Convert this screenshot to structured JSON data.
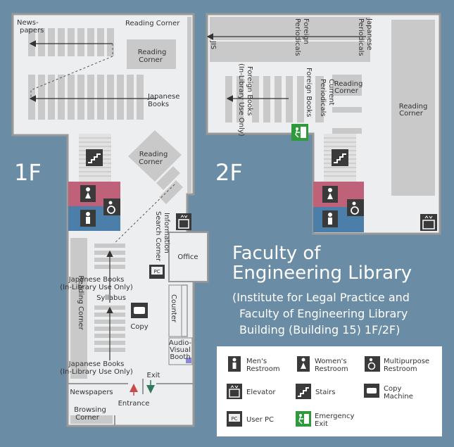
{
  "title": {
    "line1": "Faculty of",
    "line2": "Engineering Library",
    "sub1": "(Institute for Legal Practice and",
    "sub2": "Faculty of Engineering Library",
    "sub3": "Building (Building 15) 1F/2F)"
  },
  "floors": {
    "f1": "1F",
    "f2": "2F"
  },
  "labels_1f": {
    "newspapers_top_1": "News-",
    "newspapers_top_2": "papers",
    "reading_corner_top": "Reading Corner",
    "reading_corner_box_1": "Reading",
    "reading_corner_box_2": "Corner",
    "japanese_books_1": "Japanese",
    "japanese_books_2": "Books",
    "reading_corner_diag_1": "Reading",
    "reading_corner_diag_2": "Corner",
    "info_search": "Information",
    "info_search_2": "Search Corner",
    "office": "Office",
    "jb_inlib_1": "Japanese Books",
    "jb_inlib_2": "(In-Library Use Only)",
    "syllabus": "Syllabus",
    "copy": "Copy",
    "counter": "Counter",
    "av_1": "Audio-",
    "av_2": "Visual",
    "av_3": "Booth",
    "reading_corner_vert": "Reading Corner",
    "jb_inlib_b1": "Japanese Books",
    "jb_inlib_b2": "(In-Library Use Only)",
    "exit": "Exit",
    "newspapers_bottom": "Newspapers",
    "entrance": "Entrance",
    "browsing_1": "Browsing",
    "browsing_2": "Corner"
  },
  "labels_2f": {
    "jis": "JIS",
    "foreign_periodicals_1": "Foreign",
    "foreign_periodicals_2": "Periodicals",
    "japanese_periodicals_1": "Japanese",
    "japanese_periodicals_2": "Periodicals",
    "foreign_books_inlib_1": "Foreign Books",
    "foreign_books_inlib_2": "(In-Library Use Only)",
    "foreign_books": "Foreign Books",
    "current_periodicals_1": "Current",
    "current_periodicals_2": "Periodicals",
    "reading_corner_small_1": "Reading",
    "reading_corner_small_2": "Corner",
    "reading_corner_large_1": "Reading",
    "reading_corner_large_2": "Corner"
  },
  "legend": [
    {
      "icon": "mens-restroom-icon",
      "line1": "Men's",
      "line2": "Restroom"
    },
    {
      "icon": "womens-restroom-icon",
      "line1": "Women's",
      "line2": "Restroom"
    },
    {
      "icon": "multipurpose-restroom-icon",
      "line1": "Multipurpose",
      "line2": "Restroom"
    },
    {
      "icon": "elevator-icon",
      "line1": "Elevator",
      "line2": ""
    },
    {
      "icon": "stairs-icon",
      "line1": "Stairs",
      "line2": ""
    },
    {
      "icon": "copy-machine-icon",
      "line1": "Copy",
      "line2": "Machine"
    },
    {
      "icon": "user-pc-icon",
      "line1": "User PC",
      "line2": ""
    },
    {
      "icon": "emergency-exit-icon",
      "line1": "Emergency",
      "line2": "Exit"
    }
  ],
  "icon_text": {
    "pc": "PC"
  },
  "colors": {
    "background": "#6b8ca5",
    "floor": "#eceef0",
    "shelf": "#c9c9c9",
    "mens": "#4b7ea8",
    "womens": "#c0617a",
    "icon": "#3a3a3a",
    "exit_green": "#2e9a3c",
    "entrance_arrow": "#c84a4a",
    "exit_arrow": "#2f7a5a"
  }
}
